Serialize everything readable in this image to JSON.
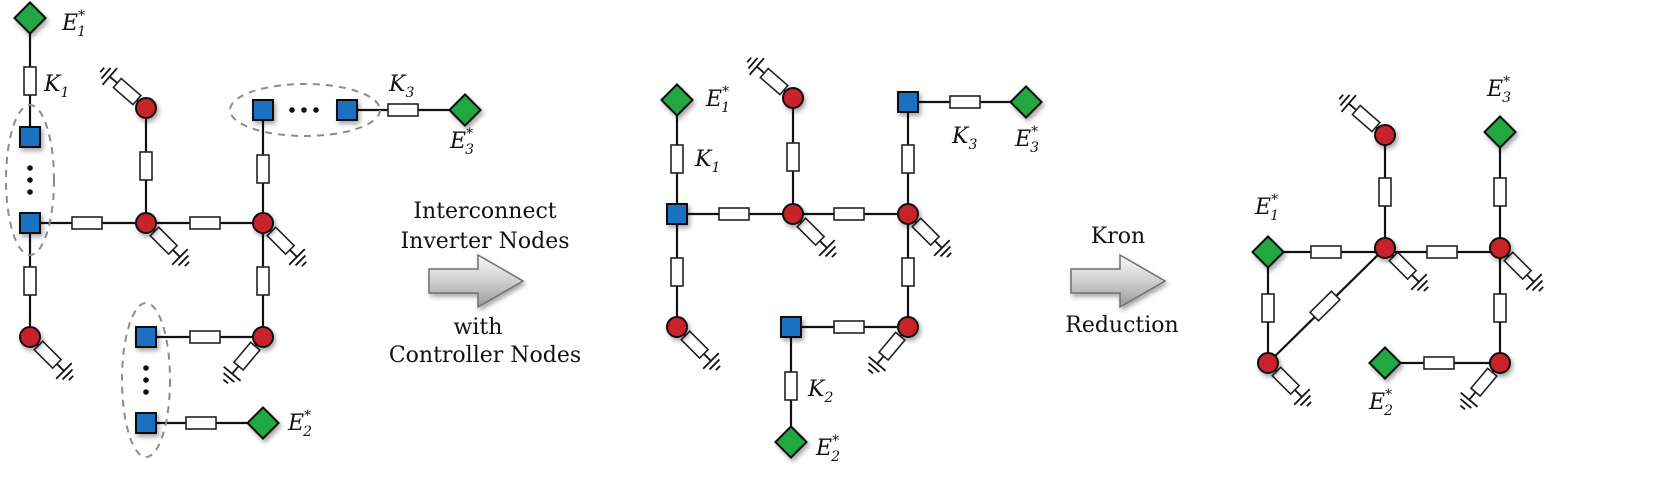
{
  "labels": {
    "E1": {
      "main": "E",
      "sub": "1",
      "sup": "*"
    },
    "E2": {
      "main": "E",
      "sub": "2",
      "sup": "*"
    },
    "E3": {
      "main": "E",
      "sub": "3",
      "sup": "*"
    },
    "K1": {
      "main": "K",
      "sub": "1"
    },
    "K2": {
      "main": "K",
      "sub": "2"
    },
    "K3": {
      "main": "K",
      "sub": "3"
    }
  },
  "step1": {
    "line1": "Interconnect",
    "line2": "Inverter Nodes",
    "line3": "with",
    "line4": "Controller Nodes"
  },
  "step2": {
    "line1": "Kron",
    "line2": "Reduction"
  },
  "ellipsis": "…",
  "colors": {
    "bus_node": "#c8242b",
    "inverter_node": "#1f6fc1",
    "source_node": "#22a83f"
  }
}
